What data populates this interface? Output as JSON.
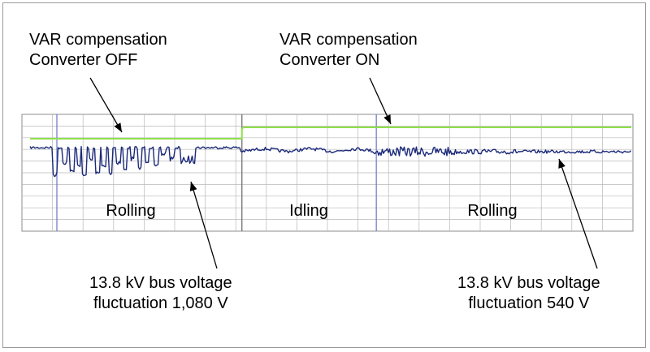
{
  "chart_data": {
    "type": "line",
    "title": "",
    "xlabel": "",
    "ylabel": "",
    "grid": true,
    "colors": {
      "voltage": "#1c2a7a",
      "converter": "#8ee04a",
      "grid": "#b8b8b8",
      "marker": "#6a76c8"
    },
    "series": [
      {
        "name": "",
        "role": "converter_status",
        "states": [
          "OFF",
          "ON"
        ],
        "switch_at": 0.36
      },
      {
        "name": "",
        "role": "bus_voltage"
      }
    ],
    "regions": [
      {
        "label": "Rolling",
        "from": 0.0,
        "to": 0.36
      },
      {
        "label": "Idling",
        "from": 0.36,
        "to": 0.58
      },
      {
        "label": "Rolling",
        "from": 0.58,
        "to": 1.0
      }
    ],
    "annotations": [
      {
        "id": "var_off",
        "lines": [
          "VAR compensation",
          "Converter OFF"
        ]
      },
      {
        "id": "var_on",
        "lines": [
          "VAR compensation",
          "Converter ON"
        ]
      },
      {
        "id": "fluct_1080",
        "lines": [
          "13.8 kV bus voltage",
          "fluctuation 1,080 V"
        ]
      },
      {
        "id": "fluct_540",
        "lines": [
          "13.8 kV bus voltage",
          "fluctuation 540 V"
        ]
      }
    ]
  }
}
